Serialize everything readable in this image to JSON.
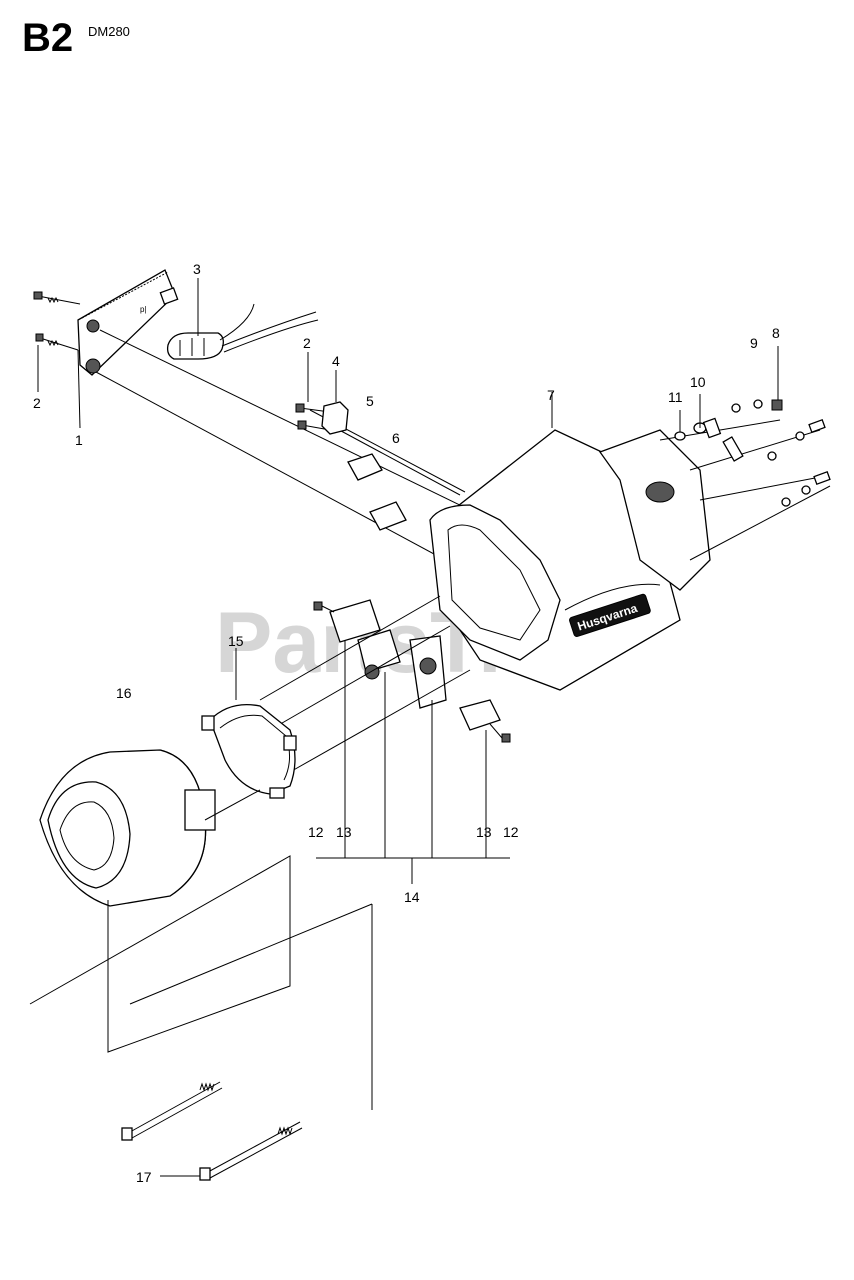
{
  "header": {
    "section": "B2",
    "model": "DM280"
  },
  "watermark": "PartsTree",
  "brand_label": "Husqvarna",
  "callouts": [
    {
      "id": "c1",
      "text": "1"
    },
    {
      "id": "c2a",
      "text": "2"
    },
    {
      "id": "c2b",
      "text": "2"
    },
    {
      "id": "c3",
      "text": "3"
    },
    {
      "id": "c4",
      "text": "4"
    },
    {
      "id": "c5",
      "text": "5"
    },
    {
      "id": "c6",
      "text": "6"
    },
    {
      "id": "c7",
      "text": "7"
    },
    {
      "id": "c8",
      "text": "8"
    },
    {
      "id": "c9",
      "text": "9"
    },
    {
      "id": "c10",
      "text": "10"
    },
    {
      "id": "c11",
      "text": "11"
    },
    {
      "id": "c12a",
      "text": "12"
    },
    {
      "id": "c12b",
      "text": "12"
    },
    {
      "id": "c13a",
      "text": "13"
    },
    {
      "id": "c13b",
      "text": "13"
    },
    {
      "id": "c14",
      "text": "14"
    },
    {
      "id": "c15",
      "text": "15"
    },
    {
      "id": "c16",
      "text": "16"
    },
    {
      "id": "c17",
      "text": "17"
    }
  ]
}
